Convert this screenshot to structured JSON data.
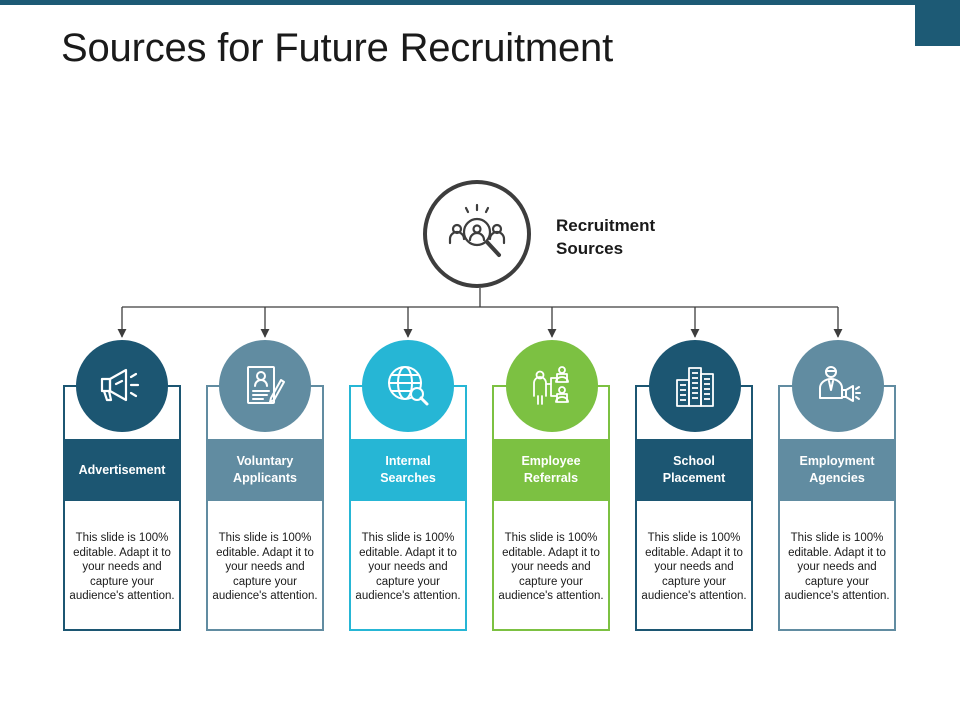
{
  "title": "Sources for Future Recruitment",
  "hub": {
    "label_line1": "Recruitment",
    "label_line2": "Sources",
    "icon": "recruitment-search-icon"
  },
  "sources": [
    {
      "line1": "Advertisement",
      "line2": "",
      "icon": "megaphone-icon",
      "color": "#1c5672",
      "body": "This slide is 100% editable. Adapt it to your needs and capture your audience's attention."
    },
    {
      "line1": "Voluntary",
      "line2": "Applicants",
      "icon": "application-form-icon",
      "color": "#618ca1",
      "body": "This slide is 100% editable. Adapt it to your needs and capture your audience's attention."
    },
    {
      "line1": "Internal",
      "line2": "Searches",
      "icon": "globe-search-icon",
      "color": "#26b6d5",
      "body": "This slide is 100% editable. Adapt it to your needs and capture your audience's attention."
    },
    {
      "line1": "Employee",
      "line2": "Referrals",
      "icon": "referral-network-icon",
      "color": "#7cc142",
      "body": "This slide is 100% editable. Adapt it to your needs and capture your audience's attention."
    },
    {
      "line1": "School",
      "line2": "Placement",
      "icon": "school-building-icon",
      "color": "#1c5672",
      "body": "This slide is 100% editable. Adapt it to your needs and capture your audience's attention."
    },
    {
      "line1": "Employment",
      "line2": "Agencies",
      "icon": "agent-megaphone-icon",
      "color": "#618ca1",
      "body": "This slide is 100% editable. Adapt it to your needs and capture your audience's attention."
    }
  ]
}
